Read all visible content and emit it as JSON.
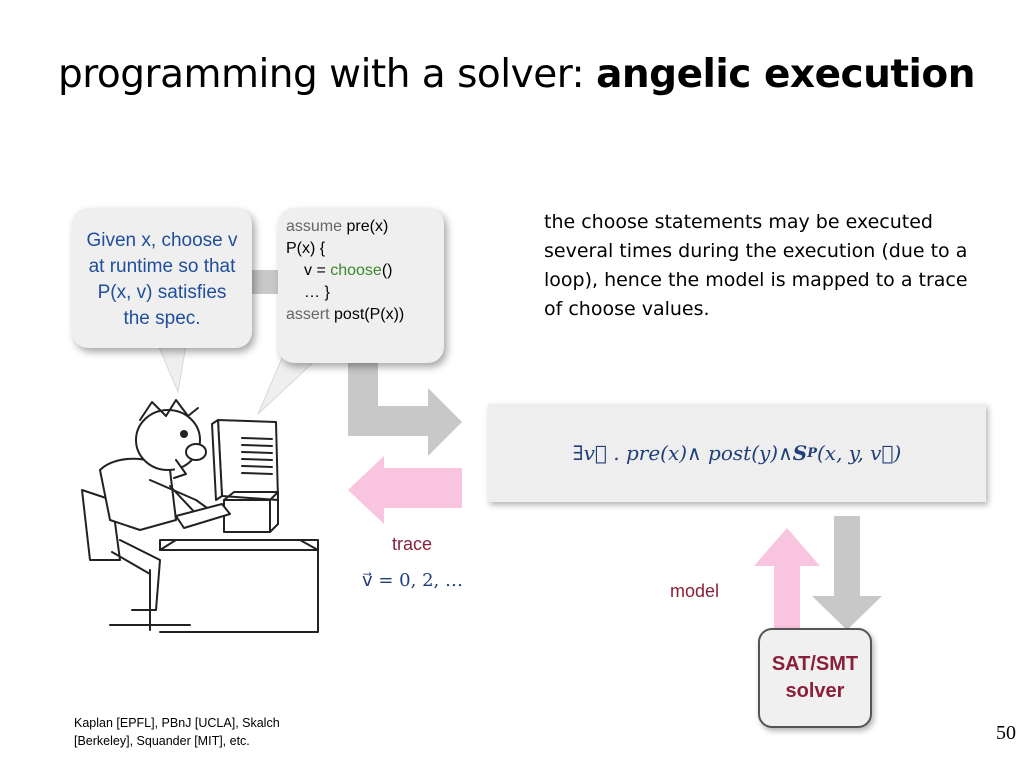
{
  "slide": {
    "title_light": "programming with a solver:",
    "title_bold": "angelic execution",
    "page_number": "50"
  },
  "bubble_left": {
    "line1": "Given x, choose v",
    "line2": "at runtime so that",
    "line3": "P(x, v) satisfies",
    "line4": "the spec."
  },
  "code": {
    "assume_kw": "assume",
    "assume_arg": "pre(x)",
    "line2": "P(x) {",
    "v_assign": "v = ",
    "choose": "choose",
    "choose_parens": "()",
    "line4": "… }",
    "assert_kw": "assert",
    "assert_arg": "post(P(x))"
  },
  "description": "the choose statements may be executed several times during the execution (due to a loop), hence the model is mapped to a trace of choose values.",
  "formula": {
    "prefix": "∃v⃗ . pre(x)∧ post(y)∧ ",
    "s_base": "S",
    "s_sub": "P",
    "suffix": "(x, y, v⃗)"
  },
  "labels": {
    "trace": "trace",
    "trace_value": "v⃗ = 0, 2, …",
    "model": "model"
  },
  "solver": {
    "line1": "SAT/SMT",
    "line2": "solver"
  },
  "citation": {
    "line1": "Kaplan [EPFL], PBnJ [UCLA], Skalch",
    "line2": "[Berkeley], Squander [MIT], etc."
  },
  "colors": {
    "bubble_text": "#1f4e9c",
    "accent_maroon": "#8a1f3a",
    "arrow_gray": "#c8c8c8",
    "arrow_pink": "#f9c4e0",
    "code_green": "#3a8a2a"
  }
}
